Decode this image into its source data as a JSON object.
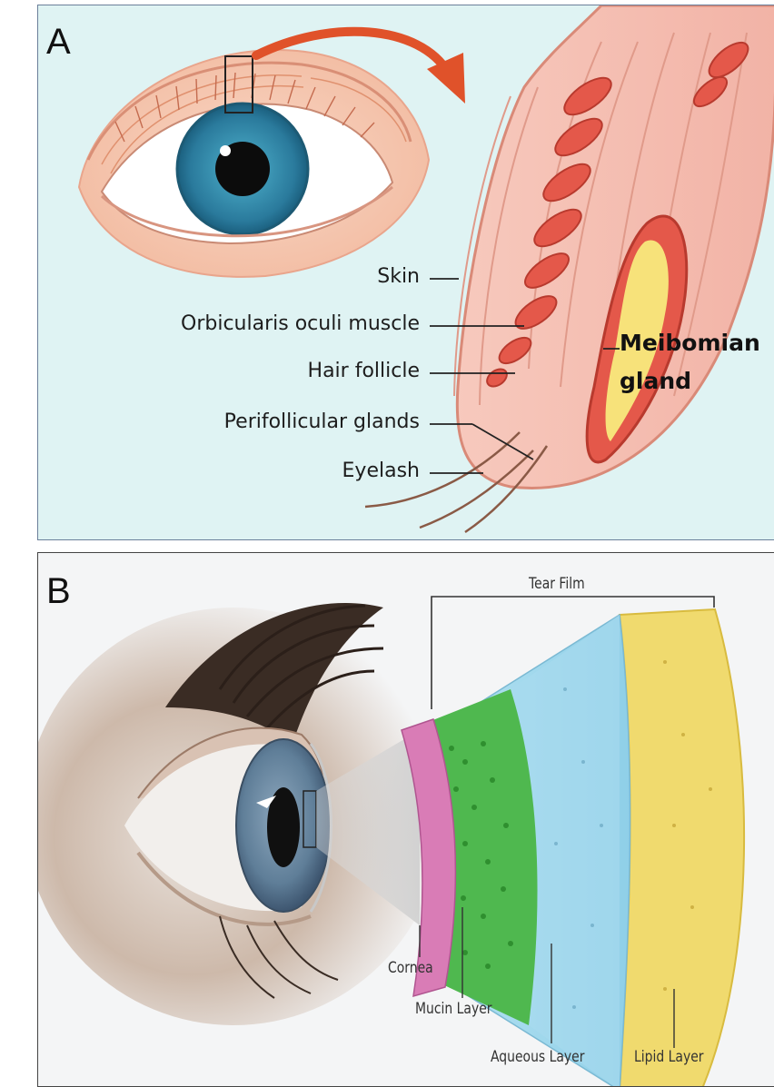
{
  "panel_a": {
    "letter": "A",
    "labels": {
      "skin": "Skin",
      "orbicularis": "Orbicularis oculi muscle",
      "hair_follicle": "Hair follicle",
      "perifollicular": "Perifollicular glands",
      "eyelash": "Eyelash",
      "meibomian_1": "Meibomian",
      "meibomian_2": "gland"
    }
  },
  "panel_b": {
    "letter": "B",
    "labels": {
      "tear_film": "Tear Film",
      "cornea": "Cornea",
      "mucin": "Mucin Layer",
      "aqueous": "Aqueous Layer",
      "lipid": "Lipid Layer"
    }
  },
  "colors": {
    "panel_a_bg": "#dff3f3",
    "iris": "#2f86a8",
    "arrow": "#e0522a",
    "gland": "#e4584a",
    "cornea_layer": "#d97cb6",
    "mucin_layer": "#4fb84f",
    "aqueous_layer": "#9fd8ee",
    "lipid_layer": "#f0da6e"
  }
}
